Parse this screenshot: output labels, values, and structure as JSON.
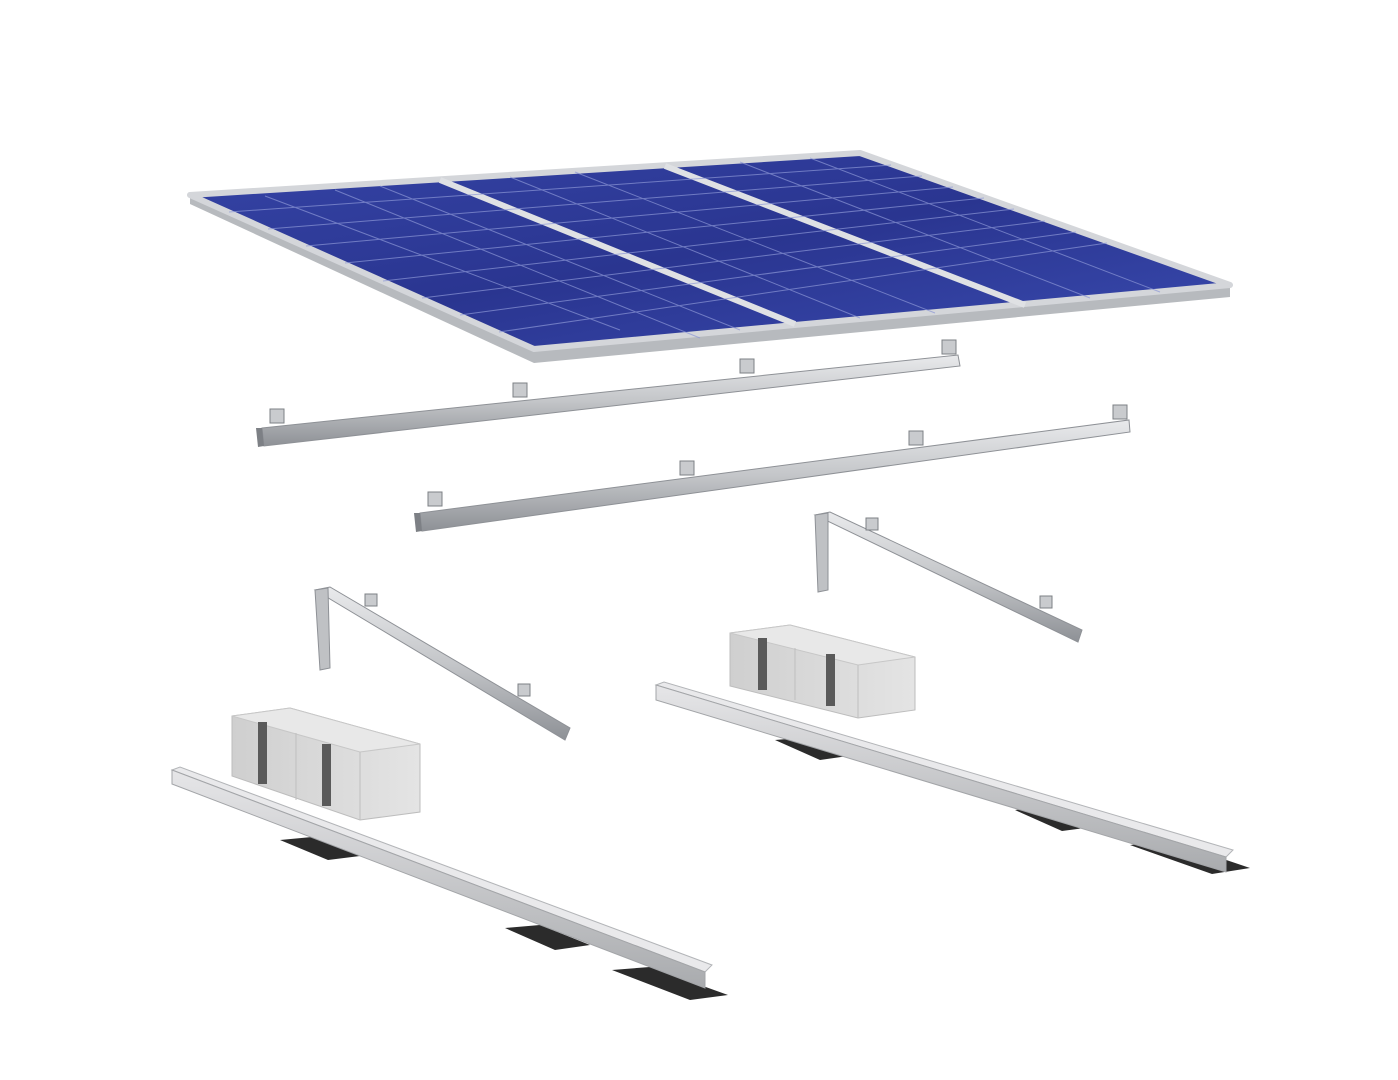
{
  "image": {
    "kind": "exploded product render",
    "background_color": "#ffffff"
  },
  "colors": {
    "panel_cell": "#2a3590",
    "panel_cell_light": "#3f4fb0",
    "panel_frame": "#c9ccd0",
    "aluminium": "#c7c9cc",
    "aluminium_dark": "#8e9196",
    "ballast_block": "#d6d6d6",
    "strap": "#5a5a5a",
    "rubber_pad": "#2b2b2b"
  },
  "components": {
    "solar_panels": 3,
    "mounting_rails": 2,
    "triangle_brackets": 2,
    "ballast_block_sets": 2,
    "ground_rails": 2
  }
}
